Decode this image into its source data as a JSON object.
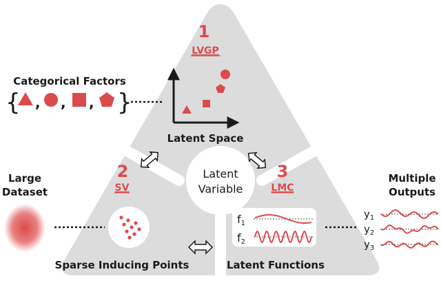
{
  "colors": {
    "accent": "#dc4b4b",
    "panel": "#dcdcdc",
    "text": "#1a1a1a"
  },
  "categorical": {
    "title": "Categorical Factors",
    "open_brace": "{",
    "close_brace": "}",
    "comma": ",",
    "shapes": [
      "triangle-icon",
      "circle-icon",
      "square-icon",
      "pentagon-icon"
    ]
  },
  "lvgp": {
    "number": "1",
    "acronym": "LVGP",
    "caption": "Latent Space"
  },
  "sv": {
    "number": "2",
    "acronym": "SV",
    "caption": "Sparse Inducing Points",
    "left_title_line1": "Large",
    "left_title_line2": "Dataset"
  },
  "lmc": {
    "number": "3",
    "acronym": "LMC",
    "caption": "Latent Functions",
    "f1_base": "f",
    "f1_sub": "1",
    "f2_base": "f",
    "f2_sub": "2"
  },
  "center": {
    "line1": "Latent",
    "line2": "Variable"
  },
  "outputs": {
    "title_line1": "Multiple",
    "title_line2": "Outputs",
    "items": [
      {
        "base": "y",
        "sub": "1"
      },
      {
        "base": "y",
        "sub": "2"
      },
      {
        "base": "y",
        "sub": "3"
      }
    ]
  }
}
